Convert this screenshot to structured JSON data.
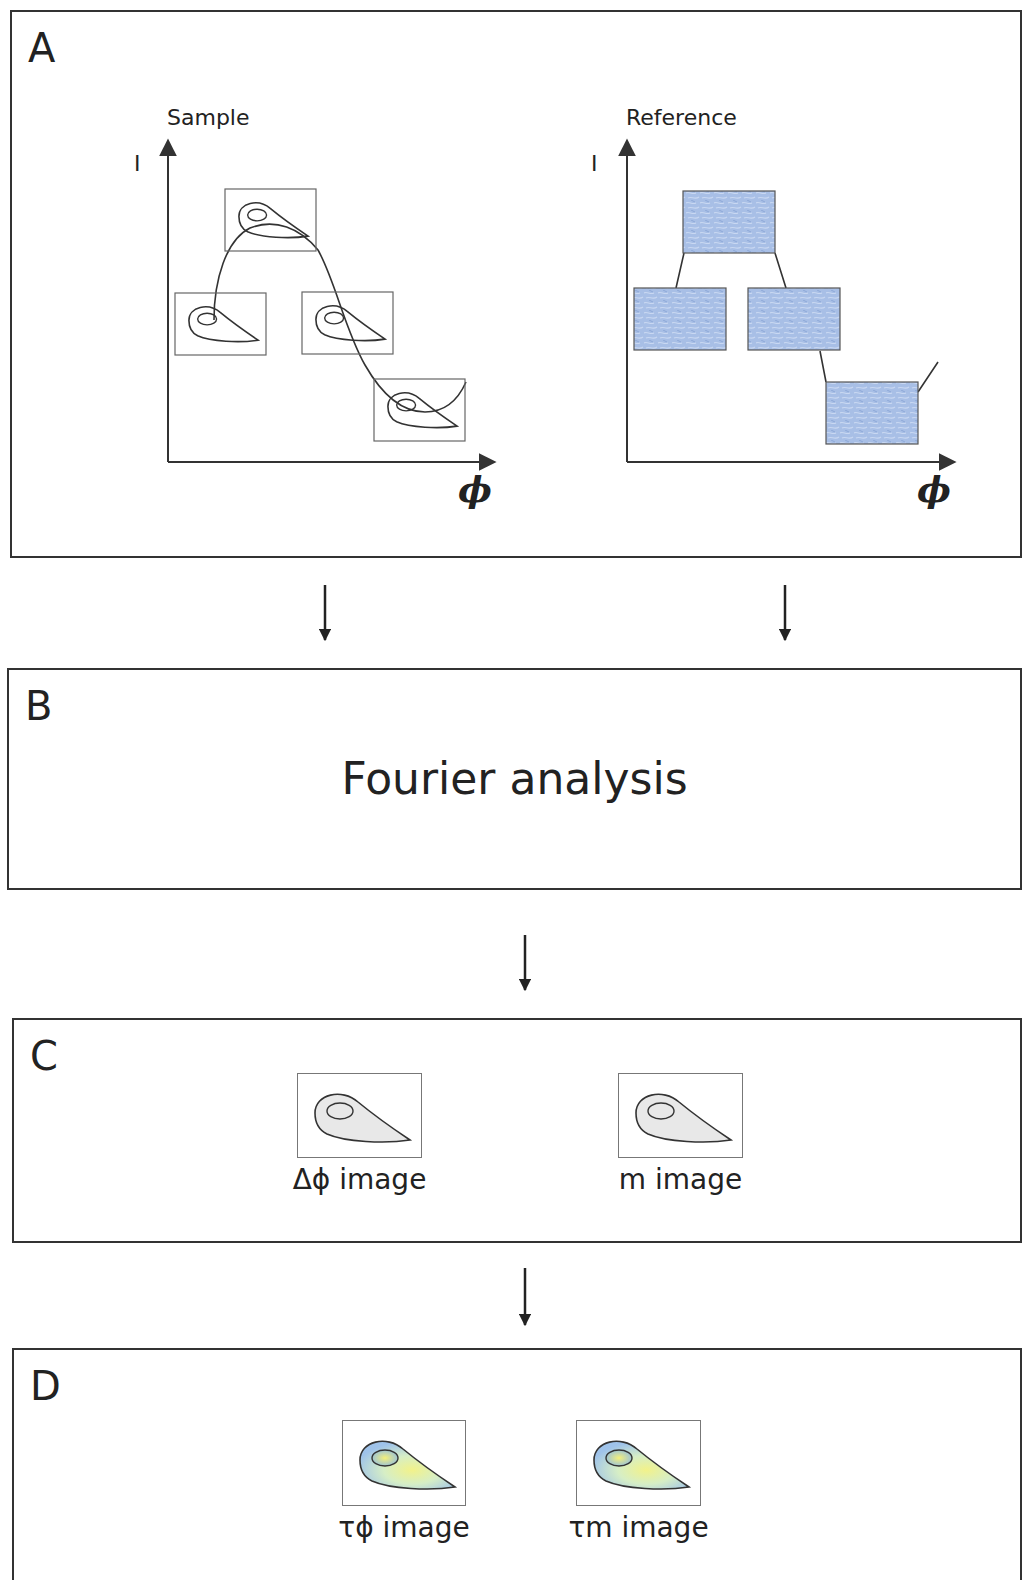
{
  "diagram": {
    "nodes": [
      {
        "text": [
          "A"
        ]
      },
      {
        "text": [
          "B",
          "Fourier analysis"
        ]
      },
      {
        "text": [
          "C"
        ]
      },
      {
        "text": [
          "Δϕ image"
        ],
        "in": 2
      },
      {
        "text": [
          "m image"
        ],
        "in": 2
      },
      {
        "text": [
          "D"
        ]
      },
      {
        "text": [
          "τϕ image"
        ],
        "in": 5
      },
      {
        "text": [
          "τm image"
        ],
        "in": 5
      }
    ],
    "edges": [
      {
        "from": 0,
        "to": 1,
        "arrow": "to"
      },
      {
        "from": 0,
        "to": 1,
        "arrow": "to"
      },
      {
        "from": 1,
        "to": 2,
        "arrow": "to"
      },
      {
        "from": 2,
        "to": 5,
        "arrow": "to"
      }
    ],
    "labels": [
      "Sample",
      "Reference",
      "I",
      "I",
      "ϕ",
      "ϕ"
    ]
  }
}
